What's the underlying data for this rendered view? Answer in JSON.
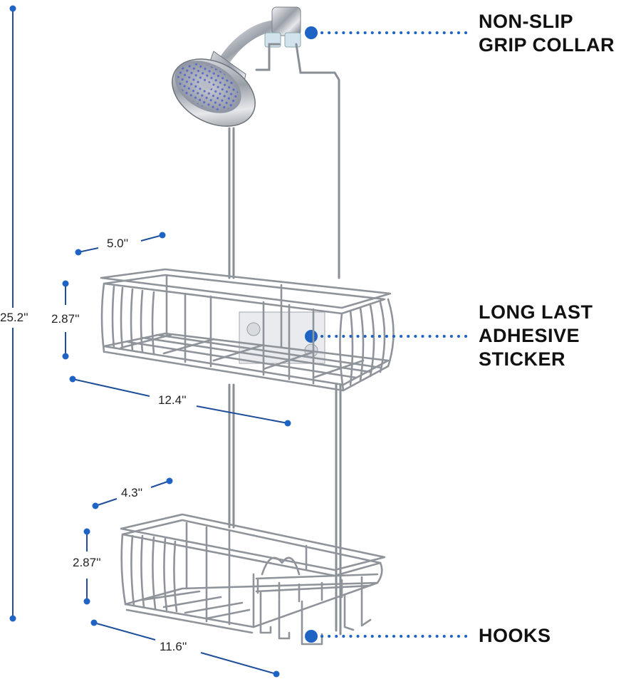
{
  "dimensions": {
    "total_height": "25.2''",
    "top_depth": "5.0''",
    "top_height": "2.87''",
    "top_width": "12.4''",
    "bottom_depth": "4.3''",
    "bottom_height": "2.87''",
    "bottom_width": "11.6''"
  },
  "callouts": {
    "collar": [
      "NON-SLIP",
      "GRIP COLLAR"
    ],
    "sticker": [
      "LONG LAST",
      "ADHESIVE",
      "STICKER"
    ],
    "hooks": [
      "HOOKS"
    ]
  },
  "colors": {
    "accent": "#1f63c4",
    "dim_line": "#1f4f9a",
    "metal": "#8a8f96"
  }
}
